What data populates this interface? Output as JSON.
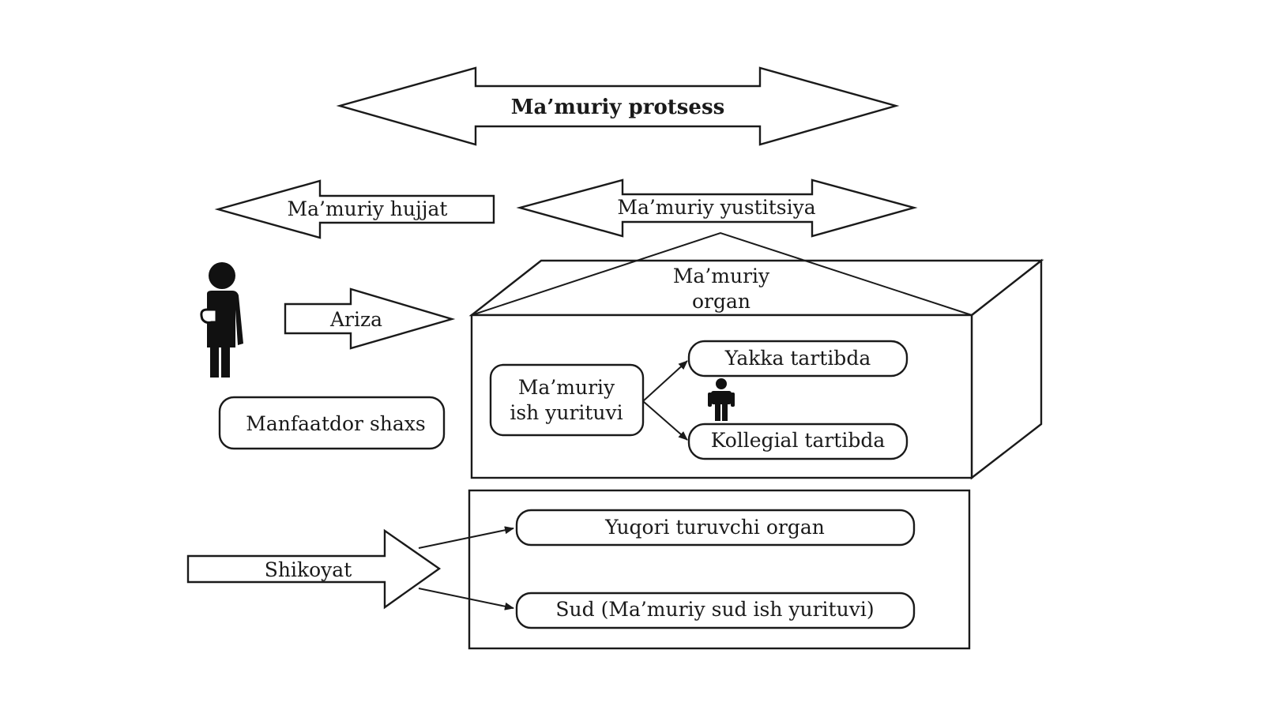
{
  "diagram": {
    "process_label": "Ma’muriy protsess",
    "document_label": "Ma’muriy hujjat",
    "justice_label": "Ma’muriy yustitsiya",
    "organ_label_line1": "Ma’muriy",
    "organ_label_line2": "organ",
    "application_label": "Ariza",
    "interested_person_label": "Manfaatdor shaxs",
    "proceedings_line1": "Ma’muriy",
    "proceedings_line2": "ish yurituvi",
    "individual_label": "Yakka tartibda",
    "collegial_label": "Kollegial tartibda",
    "complaint_label": "Shikoyat",
    "higher_organ_label": "Yuqori turuvchi organ",
    "court_label": "Sud (Ma’muriy sud ish yurituvi)"
  }
}
